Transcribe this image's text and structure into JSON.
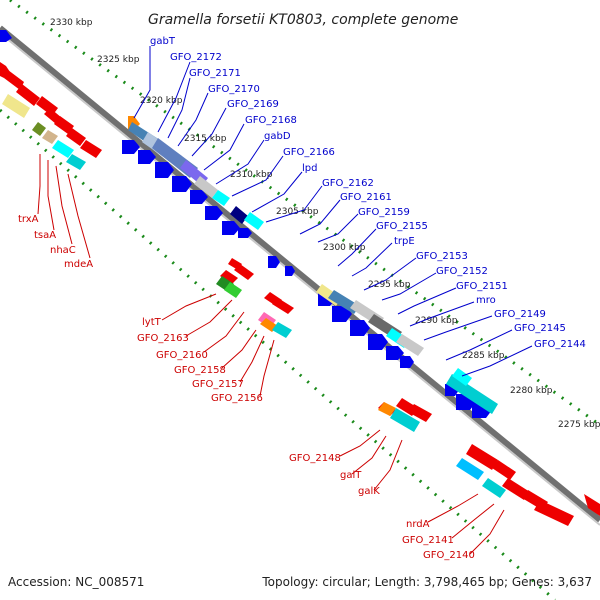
{
  "title": "Gramella forsetii KT0803, complete genome",
  "footer": {
    "accession": "Accession: NC_008571",
    "stats": "Topology: circular; Length: 3,798,465 bp; Genes: 3,637"
  },
  "colors": {
    "forward": "#0000ee",
    "reverse": "#ee0000",
    "backbone": "#808080",
    "tick": "#1a8a1a"
  },
  "kbp_labels": [
    "2330 kbp",
    "2325 kbp",
    "2320 kbp",
    "2315 kbp",
    "2310 kbp",
    "2305 kbp",
    "2300 kbp",
    "2295 kbp",
    "2290 kbp",
    "2285 kbp",
    "2280 kbp",
    "2275 kbp"
  ],
  "blue_labels": [
    "gabT",
    "GFO_2172",
    "GFO_2171",
    "GFO_2170",
    "GFO_2169",
    "GFO_2168",
    "gabD",
    "GFO_2166",
    "lpd",
    "GFO_2162",
    "GFO_2161",
    "GFO_2159",
    "GFO_2155",
    "trpE",
    "GFO_2153",
    "GFO_2152",
    "GFO_2151",
    "mro",
    "GFO_2149",
    "GFO_2145",
    "GFO_2144"
  ],
  "red_labels": [
    "trxA",
    "tsaA",
    "nhaC",
    "mdeA",
    "lytT",
    "GFO_2163",
    "GFO_2160",
    "GFO_2158",
    "GFO_2157",
    "GFO_2156",
    "GFO_2148",
    "galT",
    "galK",
    "nrdA",
    "GFO_2141",
    "GFO_2140"
  ]
}
